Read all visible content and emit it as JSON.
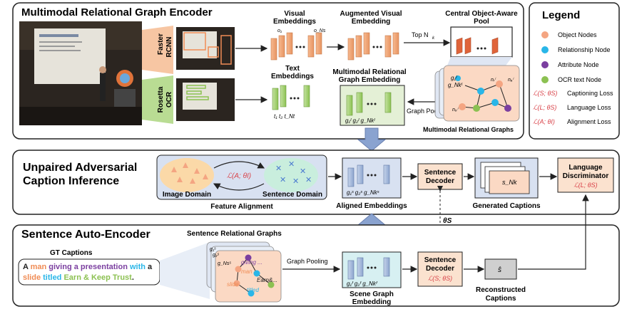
{
  "encoder": {
    "title": "Multimodal Relational Graph Encoder",
    "faster_rcnn": [
      "Faster",
      "RCNN"
    ],
    "rosetta_ocr": [
      "Rosetta",
      "OCR"
    ],
    "visual_embeddings": [
      "Visual",
      "Embeddings"
    ],
    "augmented_visual": [
      "Augmented Visual",
      "Embedding"
    ],
    "central_pool": [
      "Central Object-Aware",
      "Pool"
    ],
    "top_nk": "Top N",
    "text_embeddings": [
      "Text",
      "Embeddings"
    ],
    "mrg_embedding": [
      "Multimodal Relational",
      "Graph Embedding"
    ],
    "graph_pooling": "Graph Pooling",
    "mrg_label": "Multimodal Relational Graphs"
  },
  "legend": {
    "title": "Legend",
    "items": [
      {
        "label": "Object Nodes",
        "color": "#f4a582"
      },
      {
        "label": "Relationship Node",
        "color": "#29b6e8"
      },
      {
        "label": "Attribute Node",
        "color": "#7b3fa0"
      },
      {
        "label": "OCR text Node",
        "color": "#8cc152"
      }
    ],
    "losses": [
      {
        "math": "ℒ(S; θS)",
        "label": "Captioning Loss"
      },
      {
        "math": "ℒ(L; θS)",
        "label": "Language Loss"
      },
      {
        "math": "ℒ(A; θI)",
        "label": "Alignment Loss"
      }
    ]
  },
  "inference": {
    "title": [
      "Unpaired Adversarial",
      "Caption Inference"
    ],
    "image_domain": "Image Domain",
    "sentence_domain": "Sentence Domain",
    "align_loss": "ℒ(A; θI)",
    "feature_alignment": "Feature Alignment",
    "aligned_embeddings": "Aligned Embeddings",
    "sentence_decoder": [
      "Sentence",
      "Decoder"
    ],
    "generated_captions": "Generated Captions",
    "language_discriminator": [
      "Language",
      "Discriminator"
    ],
    "disc_loss": "ℒ(L; θS)",
    "theta": "θS"
  },
  "autoencoder": {
    "title": "Sentence Auto-Encoder",
    "gt_captions": "GT Captions",
    "caption_words": [
      {
        "w": "A ",
        "c": "#222222",
        "line": 1
      },
      {
        "w": "man ",
        "c": "#f08c55",
        "line": 1
      },
      {
        "w": "giving a presentation ",
        "c": "#7b3fa0",
        "line": 1
      },
      {
        "w": "with ",
        "c": "#29b6e8",
        "line": 1
      },
      {
        "w": "a",
        "c": "#222222",
        "line": 1
      },
      {
        "w": "slide ",
        "c": "#f08c55",
        "line": 2
      },
      {
        "w": "titled ",
        "c": "#29b6e8",
        "line": 2
      },
      {
        "w": "Earn & Keep Trust",
        "c": "#8cc152",
        "line": 2
      },
      {
        "w": ".",
        "c": "#222222",
        "line": 2
      }
    ],
    "sentence_relational_graphs": "Sentence Relational Graphs",
    "graph_pooling": "Graph Pooling",
    "scene_graph_embedding": [
      "Scene Graph",
      "Embedding"
    ],
    "sentence_decoder": [
      "Sentence",
      "Decoder"
    ],
    "decoder_loss": "ℒ(S; θS)",
    "reconstructed_captions": [
      "Reconstructed",
      "Captions"
    ],
    "node_words": [
      "giving ...",
      "man",
      "slide",
      "titled",
      "Earn&..."
    ]
  }
}
